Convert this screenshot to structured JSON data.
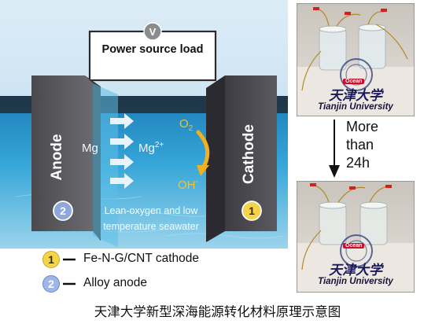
{
  "diagram": {
    "voltmeter_symbol": "V",
    "load_label": "Power source load",
    "anode_label": "Anode",
    "cathode_label": "Cathode",
    "mg_label": "Mg",
    "mg_ion_base": "Mg",
    "mg_ion_charge": "2+",
    "o2_base": "O",
    "o2_sub": "2",
    "oh_base": "OH",
    "oh_charge": "-",
    "electrolyte_line1": "Lean-oxygen and low",
    "electrolyte_line2": "temperature seawater",
    "anode_badge": "2",
    "cathode_badge": "1"
  },
  "photos": {
    "top_caption_cn": "天津大学",
    "top_caption_en": "Tianjin University",
    "bottom_caption_cn": "天津大学",
    "bottom_caption_en": "Tianjin University",
    "ocean_tag": "Ocean"
  },
  "duration": {
    "line1": "More",
    "line2": "than",
    "line3": "24h"
  },
  "legend": {
    "items": [
      {
        "badge": "1",
        "text": "Fe-N-G/CNT cathode"
      },
      {
        "badge": "2",
        "text": "Alloy anode"
      }
    ]
  },
  "caption": "天津大学新型深海能源转化材料原理示意图",
  "colors": {
    "cathode_badge": "#f5d44a",
    "anode_badge": "#9fb6e6",
    "reaction_arrow": "#f2b01e",
    "reaction_text": "#f5c030",
    "water": "#3aa7d6",
    "sky": "#cfe6f4"
  }
}
